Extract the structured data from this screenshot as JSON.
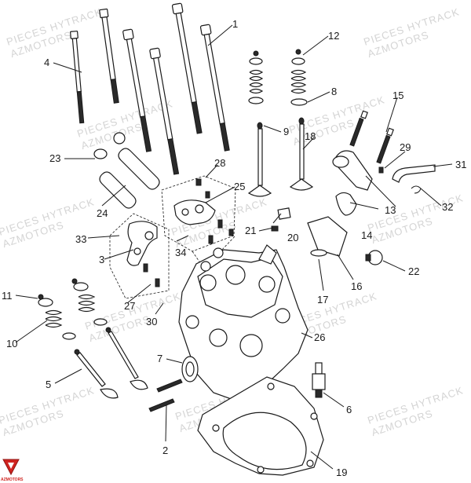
{
  "watermark": {
    "line1": "PIECES HYTRACK",
    "line2": "AZMOTORS"
  },
  "logo": {
    "text": "AZMOTORS",
    "color": "#d0231f"
  },
  "callouts": [
    {
      "id": "1",
      "label": "1"
    },
    {
      "id": "2",
      "label": "2"
    },
    {
      "id": "3",
      "label": "3"
    },
    {
      "id": "4",
      "label": "4"
    },
    {
      "id": "5",
      "label": "5"
    },
    {
      "id": "6",
      "label": "6"
    },
    {
      "id": "7",
      "label": "7"
    },
    {
      "id": "8",
      "label": "8"
    },
    {
      "id": "9",
      "label": "9"
    },
    {
      "id": "10",
      "label": "10"
    },
    {
      "id": "11",
      "label": "11"
    },
    {
      "id": "12",
      "label": "12"
    },
    {
      "id": "13",
      "label": "13"
    },
    {
      "id": "14",
      "label": "14"
    },
    {
      "id": "15",
      "label": "15"
    },
    {
      "id": "16",
      "label": "16"
    },
    {
      "id": "17",
      "label": "17"
    },
    {
      "id": "18",
      "label": "18"
    },
    {
      "id": "19",
      "label": "19"
    },
    {
      "id": "20",
      "label": "20"
    },
    {
      "id": "21",
      "label": "21"
    },
    {
      "id": "22",
      "label": "22"
    },
    {
      "id": "23",
      "label": "23"
    },
    {
      "id": "24",
      "label": "24"
    },
    {
      "id": "25",
      "label": "25"
    },
    {
      "id": "26",
      "label": "26"
    },
    {
      "id": "27",
      "label": "27"
    },
    {
      "id": "28",
      "label": "28"
    },
    {
      "id": "29",
      "label": "29"
    },
    {
      "id": "30",
      "label": "30"
    },
    {
      "id": "31",
      "label": "31"
    },
    {
      "id": "32",
      "label": "32"
    },
    {
      "id": "33",
      "label": "33"
    },
    {
      "id": "34",
      "label": "34"
    }
  ]
}
